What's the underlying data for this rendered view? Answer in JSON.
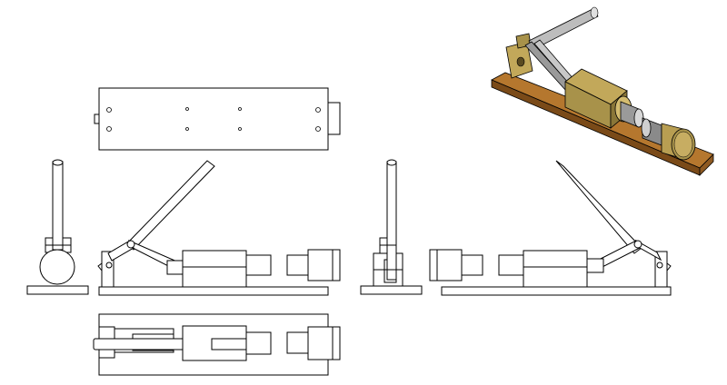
{
  "colors": {
    "line": "#000000",
    "background": "#ffffff",
    "wood_base": "#b5772e",
    "wood_edge": "#7a4a18",
    "brass_body": "#c2a85a",
    "brass_dark": "#8a7638",
    "steel": "#9a9a9a",
    "steel_light": "#d8d8d8"
  },
  "views": [
    "top-view",
    "front-view-left",
    "side-view-left",
    "front-view-right",
    "side-view-right",
    "bottom-view",
    "isometric-view"
  ]
}
